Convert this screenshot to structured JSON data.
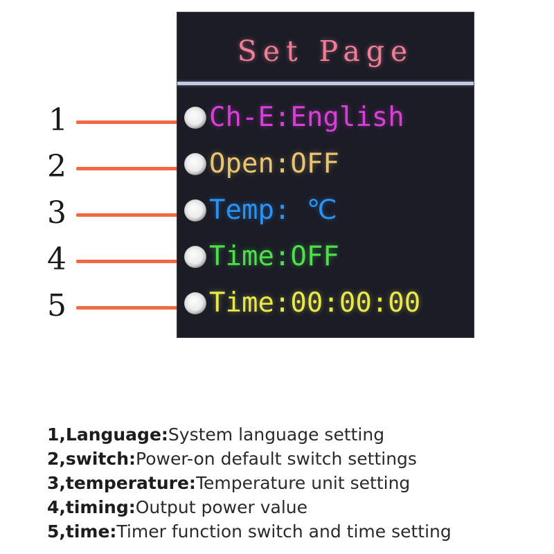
{
  "screen": {
    "title": "Set Page",
    "background_color": "#1b1c26",
    "title_color": "#ef7f97",
    "divider_color": "#c3c8e4",
    "menu_items": [
      {
        "index": "1",
        "label": "Ch-E:English",
        "color": "#d73fd7",
        "bullet": "radio-bullet-icon"
      },
      {
        "index": "2",
        "label": "Open:OFF",
        "color": "#e9c473",
        "bullet": "radio-bullet-icon"
      },
      {
        "index": "3",
        "label": "Temp: ℃",
        "color": "#2a92f2",
        "bullet": "radio-bullet-icon"
      },
      {
        "index": "4",
        "label": "Time:OFF",
        "color": "#4ee04a",
        "bullet": "radio-bullet-icon"
      },
      {
        "index": "5",
        "label": "Time:00:00:00",
        "color": "#e8e84c",
        "bullet": "radio-bullet-icon"
      }
    ]
  },
  "callouts": {
    "line_color": "#ef6a43",
    "numbers": [
      "1",
      "2",
      "3",
      "4",
      "5"
    ]
  },
  "caption": {
    "lines": [
      {
        "key": "1,Language:",
        "desc": "System language setting"
      },
      {
        "key": "2,switch:",
        "desc": "Power-on default switch settings"
      },
      {
        "key": "3,temperature:",
        "desc": "Temperature unit setting"
      },
      {
        "key": "4,timing:",
        "desc": "Output power value"
      },
      {
        "key": "5,time:",
        "desc": "Timer function switch and time setting"
      }
    ]
  }
}
